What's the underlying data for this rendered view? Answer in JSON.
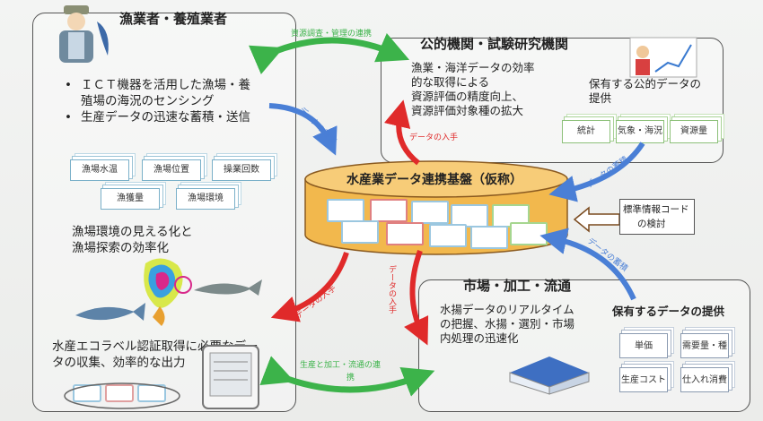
{
  "fishers": {
    "title": "漁業者・養殖業者",
    "bullets": [
      "ＩＣＴ機器を活用した漁場・養",
      "殖場の海況のセンシング",
      "生産データの迅速な蓄積・送信"
    ],
    "bullet_marks": [
      "•",
      "•"
    ],
    "data_cards": [
      "漁場水温",
      "漁場位置",
      "操業回数",
      "漁獲量",
      "漁場環境"
    ],
    "vis_text": [
      "漁場環境の見える化と",
      "漁場探索の効率化"
    ],
    "eco_text": [
      "水産エコラベル認証取得に必要なデー",
      "タの収集、効率的な出力"
    ]
  },
  "public": {
    "title": "公的機関・試験研究機関",
    "text": [
      "漁業・海洋データの効率",
      "的な取得による",
      "資源評価の精度向上、",
      "資源評価対象種の拡大"
    ],
    "own_data": [
      "保有する公的データの",
      "提供"
    ],
    "data_cards": [
      "統計",
      "気象・海況",
      "資源量"
    ]
  },
  "platform": {
    "title": "水産業データ連携基盤（仮称）",
    "code_box": [
      "標準情報コード",
      "の検討"
    ]
  },
  "market": {
    "title": "市場・加工・流通",
    "text": [
      "水揚データのリアルタイム",
      "の把握、水揚・選別・市場",
      "内処理の迅速化"
    ],
    "own_data": "保有するデータの提供",
    "data_cards": [
      "単価",
      "需要量・種",
      "生産コスト",
      "仕入れ消費"
    ]
  },
  "arrows": {
    "top": "資源調査・管理の連携",
    "bottom": [
      "生産と加工・流通の連",
      "携"
    ],
    "fisher_to_platform": "データの蓄積",
    "platform_to_public": "データの入手",
    "public_to_platform": "データの蓄積",
    "platform_to_fisher": "データの入手",
    "platform_to_market": "データの入手",
    "market_to_platform": "データの蓄積"
  },
  "colors": {
    "green": "#3cb34a",
    "blue": "#4a7fd6",
    "red": "#e02a2a",
    "gold": "#f0b545",
    "brown": "#7a4a1e"
  }
}
